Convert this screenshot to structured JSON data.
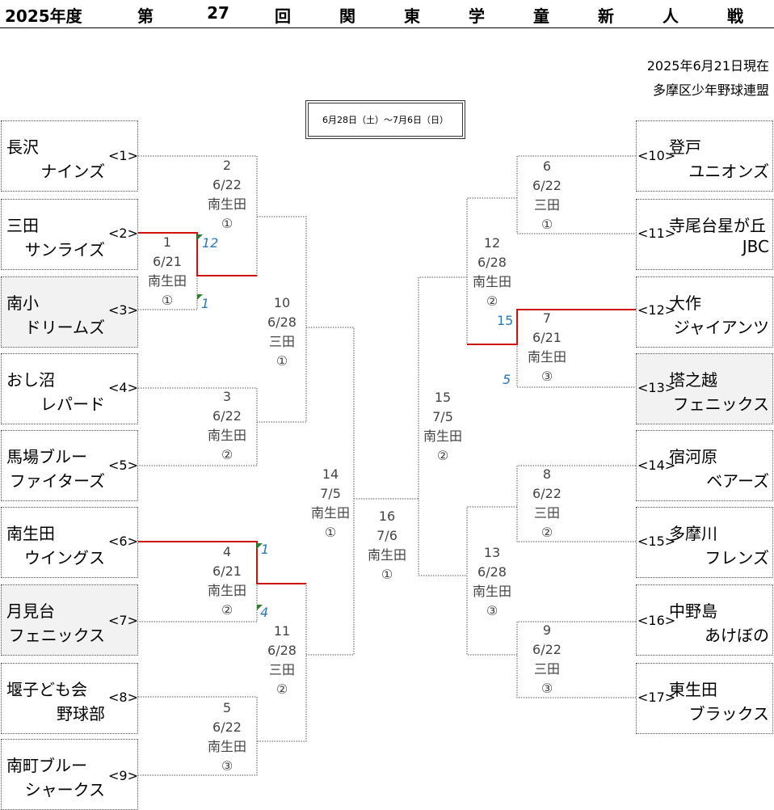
{
  "header": {
    "year": "2025年度",
    "title_chars": [
      "第",
      "27",
      "回",
      "関",
      "東",
      "学",
      "童",
      "新",
      "人",
      "戦"
    ],
    "as_of": "2025年6月21日現在",
    "organizer": "多摩区少年野球連盟",
    "period": "6月28日（土）～7月6日（日）"
  },
  "teams": [
    {
      "l1": "長沢",
      "l2": "ナインズ",
      "seed": "<1>"
    },
    {
      "l1": "三田",
      "l2": "サンライズ",
      "seed": "<2>"
    },
    {
      "l1": "南小",
      "l2": "ドリームズ",
      "seed": "<3>"
    },
    {
      "l1": "おし沼",
      "l2": "レパード",
      "seed": "<4>"
    },
    {
      "l1": "馬場ブルー",
      "l2": "ファイターズ",
      "seed": "<5>"
    },
    {
      "l1": "南生田",
      "l2": "ウイングス",
      "seed": "<6>"
    },
    {
      "l1": "月見台",
      "l2": "フェニックス",
      "seed": "<7>"
    },
    {
      "l1": "堰子ども会",
      "l2": "野球部",
      "seed": "<8>"
    },
    {
      "l1": "南町ブルー",
      "l2": "シャークス",
      "seed": "<9>"
    },
    {
      "l1": "登戸",
      "l2": "ユニオンズ",
      "seed": "<10>"
    },
    {
      "l1": "寺尾台星が丘",
      "l2": "JBC",
      "seed": "<11>"
    },
    {
      "l1": "大作",
      "l2": "ジャイアンツ",
      "seed": "<12>"
    },
    {
      "l1": "塔之越",
      "l2": "フェニックス",
      "seed": "<13>"
    },
    {
      "l1": "宿河原",
      "l2": "ベアーズ",
      "seed": "<14>"
    },
    {
      "l1": "多摩川",
      "l2": "フレンズ",
      "seed": "<15>"
    },
    {
      "l1": "中野島",
      "l2": "あけぼの",
      "seed": "<16>"
    },
    {
      "l1": "東生田",
      "l2": "ブラックス",
      "seed": "<17>"
    }
  ],
  "matches": [
    {
      "no": "1",
      "date": "6/21",
      "venue": "南生田",
      "field": "①"
    },
    {
      "no": "2",
      "date": "6/22",
      "venue": "南生田",
      "field": "①"
    },
    {
      "no": "3",
      "date": "6/22",
      "venue": "南生田",
      "field": "②"
    },
    {
      "no": "4",
      "date": "6/21",
      "venue": "南生田",
      "field": "②"
    },
    {
      "no": "5",
      "date": "6/22",
      "venue": "南生田",
      "field": "③"
    },
    {
      "no": "6",
      "date": "6/22",
      "venue": "三田",
      "field": "①"
    },
    {
      "no": "7",
      "date": "6/21",
      "venue": "南生田",
      "field": "③"
    },
    {
      "no": "8",
      "date": "6/22",
      "venue": "三田",
      "field": "②"
    },
    {
      "no": "9",
      "date": "6/22",
      "venue": "三田",
      "field": "③"
    },
    {
      "no": "10",
      "date": "6/28",
      "venue": "三田",
      "field": "①"
    },
    {
      "no": "11",
      "date": "6/28",
      "venue": "三田",
      "field": "②"
    },
    {
      "no": "12",
      "date": "6/28",
      "venue": "南生田",
      "field": "②"
    },
    {
      "no": "13",
      "date": "6/28",
      "venue": "南生田",
      "field": "③"
    },
    {
      "no": "14",
      "date": "7/5",
      "venue": "南生田",
      "field": "①"
    },
    {
      "no": "15",
      "date": "7/5",
      "venue": "南生田",
      "field": "②"
    },
    {
      "no": "16",
      "date": "7/6",
      "venue": "南生田",
      "field": "①"
    }
  ],
  "scores": {
    "m1_top": "12",
    "m1_bottom": "1",
    "m4_top": "1",
    "m4_bottom": "4",
    "m7_top": "15",
    "m7_bottom": "5"
  }
}
